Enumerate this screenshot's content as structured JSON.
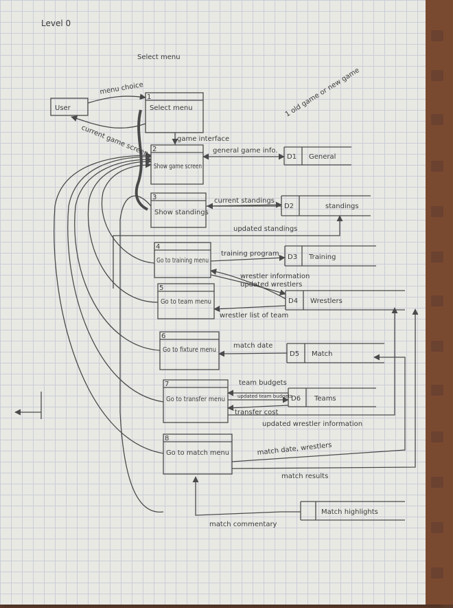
{
  "title": "Level 0",
  "subtitle": "Select menu",
  "side_note": "1 old game or new game",
  "colors": {
    "pencil": "#4a4a4a",
    "paper": "#e9e9e4",
    "grid": "#c9cdd6"
  },
  "entity": {
    "label": "User"
  },
  "processes": [
    {
      "id": "1",
      "label": "Select menu"
    },
    {
      "id": "2",
      "label": "Show game screen"
    },
    {
      "id": "3",
      "label": "Show standings"
    },
    {
      "id": "4",
      "label": "Go to training menu"
    },
    {
      "id": "5",
      "label": "Go to team menu"
    },
    {
      "id": "6",
      "label": "Go to fixture menu"
    },
    {
      "id": "7",
      "label": "Go to transfer menu"
    },
    {
      "id": "8",
      "label": "Go to match menu"
    }
  ],
  "stores": [
    {
      "id": "D1",
      "label": "General"
    },
    {
      "id": "D2",
      "label": "standings"
    },
    {
      "id": "D3",
      "label": "Training"
    },
    {
      "id": "D4",
      "label": "Wrestlers"
    },
    {
      "id": "D5",
      "label": "Match"
    },
    {
      "id": "D6",
      "label": "Teams"
    },
    {
      "id": "",
      "label": "Match highlights"
    }
  ],
  "flows": [
    "menu choice",
    "current game screen",
    "game interface",
    "general game info.",
    "current standings",
    "updated standings",
    "training program",
    "wrestler information",
    "updated wrestlers",
    "wrestler list of team",
    "match date",
    "team budgets",
    "updated team budgets",
    "transfer cost",
    "updated wrestler information",
    "match date, wrestlers",
    "match results",
    "match commentary"
  ]
}
